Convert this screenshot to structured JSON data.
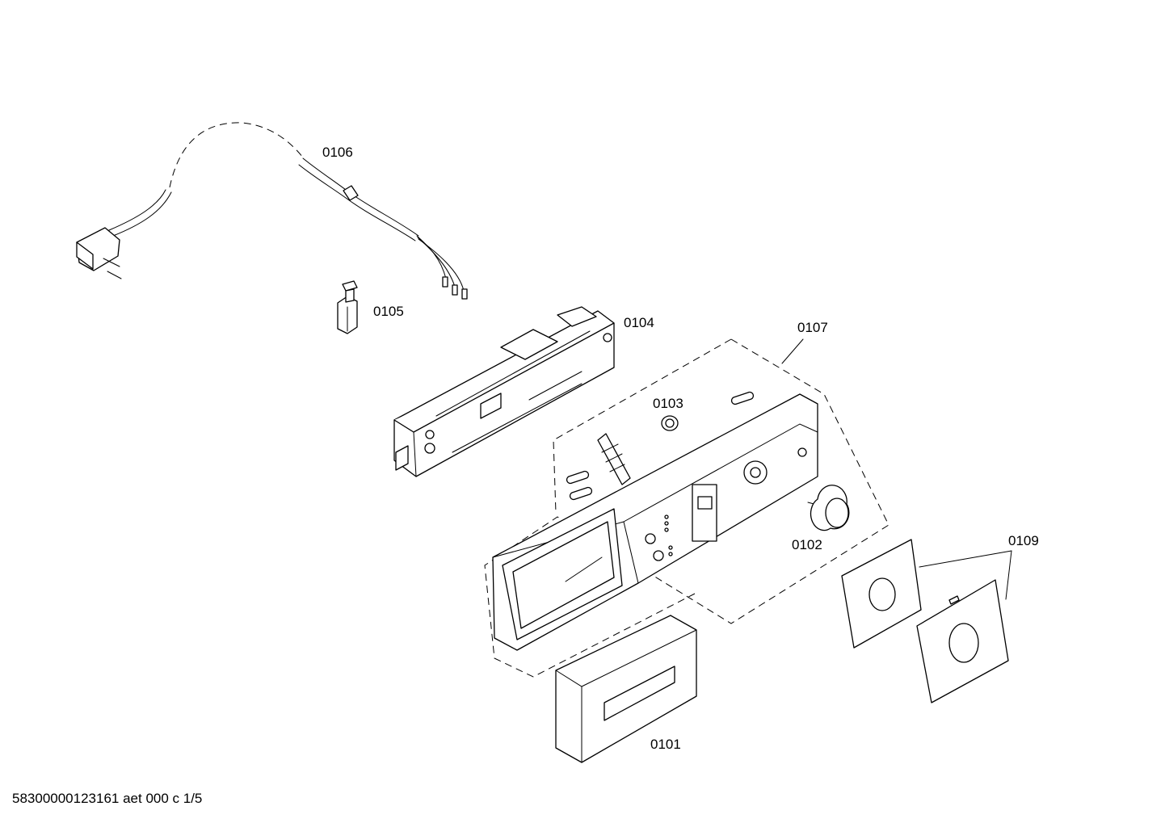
{
  "labels": {
    "p0101": "0101",
    "p0102": "0102",
    "p0103": "0103",
    "p0104": "0104",
    "p0105": "0105",
    "p0106": "0106",
    "p0107": "0107",
    "p0109": "0109"
  },
  "footer": "58300000123161 aet 000 c 1/5"
}
